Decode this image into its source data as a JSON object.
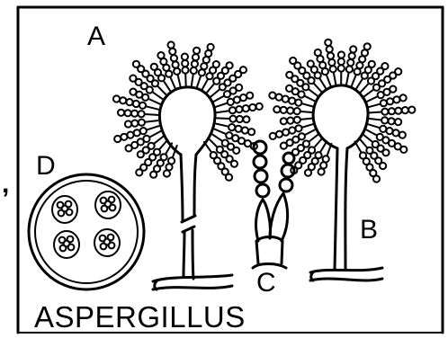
{
  "figure": {
    "title": "ASPERGILLUS",
    "labels": {
      "a": "A",
      "b": "B",
      "c": "C",
      "d": "D"
    },
    "stray_mark": ","
  },
  "colors": {
    "ink": "#000000",
    "paper": "#ffffff"
  }
}
